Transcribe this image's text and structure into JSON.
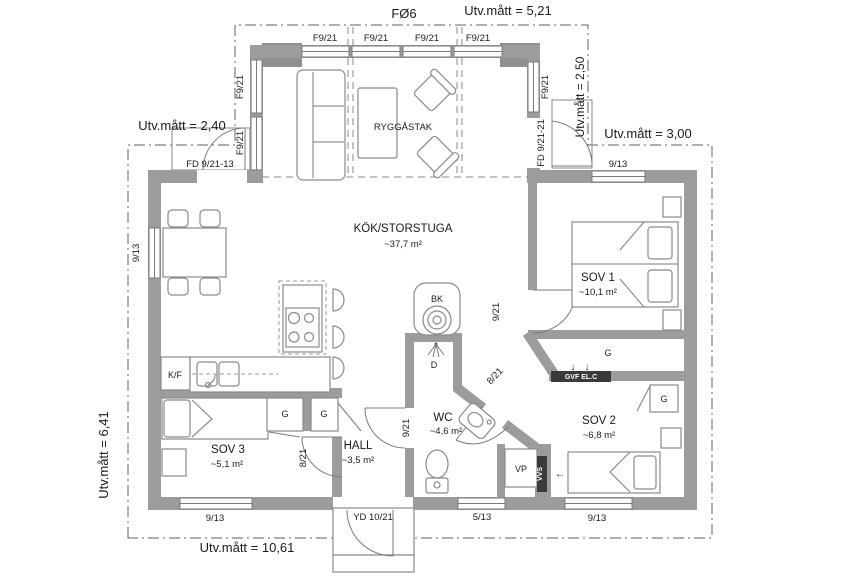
{
  "plan": {
    "dimensions": {
      "fo6": "FØ6",
      "top": "Utv.mått = 5,21",
      "right_upper": "Utv.mått = 2,50",
      "right": "Utv.mått = 3,00",
      "left_upper": "Utv.mått = 2,40",
      "left": "Utv.mått = 6,41",
      "bottom": "Utv.mått = 10,61"
    },
    "rooms": {
      "kitchen": {
        "name": "KÖK/STORSTUGA",
        "area": "~37,7 m²"
      },
      "sov1": {
        "name": "SOV 1",
        "area": "~10,1 m²"
      },
      "sov2": {
        "name": "SOV 2",
        "area": "~6,8 m²"
      },
      "sov3": {
        "name": "SOV 3",
        "area": "~5,1 m²"
      },
      "hall": {
        "name": "HALL",
        "area": "~3,5 m²"
      },
      "wc": {
        "name": "WC",
        "area": "~4,6 m²"
      }
    },
    "ridge_label": "RYGGÅSTAK",
    "openings": {
      "window_f921": "F9/21",
      "window_913": "9/13",
      "window_513": "5/13",
      "door_fd_left": "FD 9/21-13",
      "door_fd_right": "FD 9/21-21",
      "door_entry": "YD 10/21",
      "door_921": "9/21",
      "door_821": "8/21"
    },
    "fixtures": {
      "fridge_freezer": "K/F",
      "stove_bk": "BK",
      "shower": "D",
      "heatpump": "VP",
      "wardrobe": "G",
      "gvf_el": "GVF EL.C",
      "vvs": "VVS",
      "arrow_down": "↓",
      "arrow_left": "←"
    },
    "colors": {
      "wall": "#9c9c9c",
      "wall_dark": "#909090",
      "outline": "#8a8a8a",
      "text": "#1a1a1a"
    }
  }
}
